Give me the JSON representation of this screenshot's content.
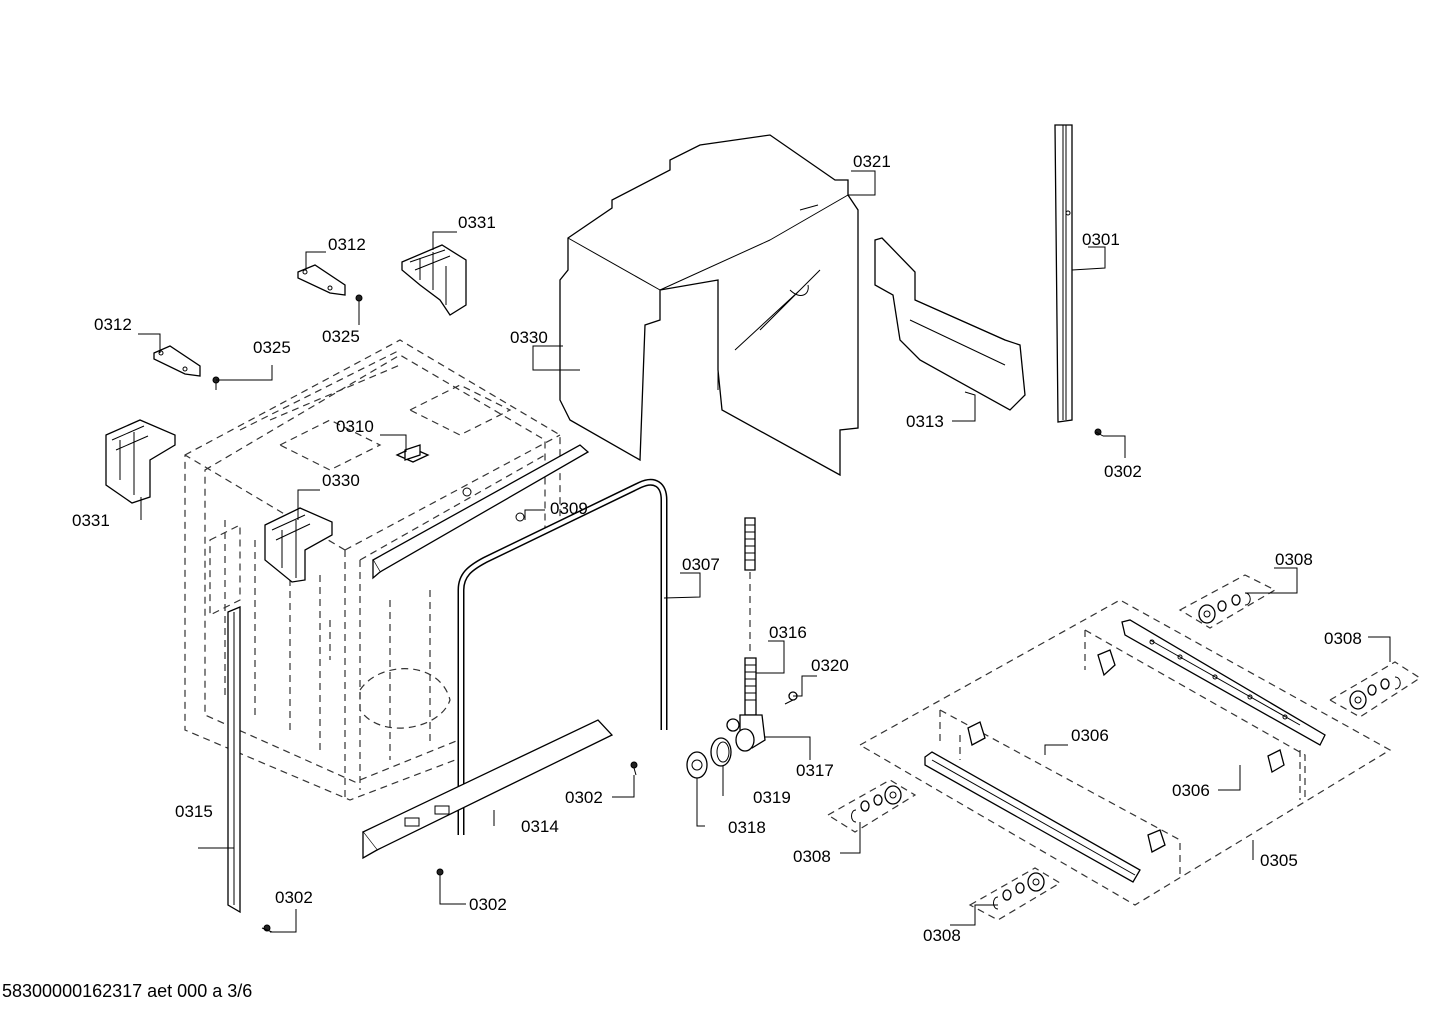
{
  "labels": {
    "l0301": "0301",
    "l0302a": "0302",
    "l0302b": "0302",
    "l0302c": "0302",
    "l0302d": "0302",
    "l0305": "0305",
    "l0306a": "0306",
    "l0306b": "0306",
    "l0307": "0307",
    "l0308a": "0308",
    "l0308b": "0308",
    "l0308c": "0308",
    "l0308d": "0308",
    "l0309": "0309",
    "l0310": "0310",
    "l0312a": "0312",
    "l0312b": "0312",
    "l0313": "0313",
    "l0314": "0314",
    "l0315": "0315",
    "l0316": "0316",
    "l0317": "0317",
    "l0318": "0318",
    "l0319": "0319",
    "l0320": "0320",
    "l0321": "0321",
    "l0325a": "0325",
    "l0325b": "0325",
    "l0330a": "0330",
    "l0330b": "0330",
    "l0331a": "0331",
    "l0331b": "0331"
  },
  "footer": "58300000162317 aet 000 a 3/6"
}
